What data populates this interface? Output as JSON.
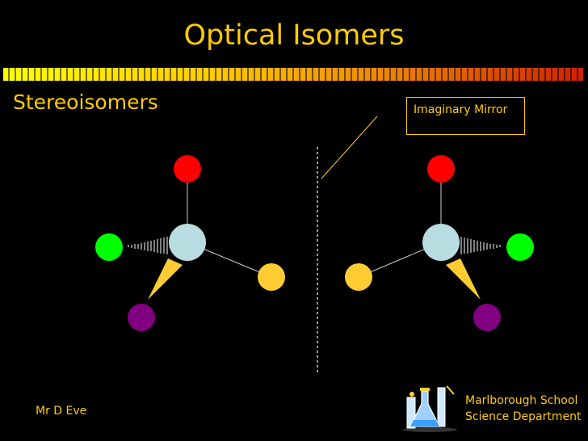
{
  "slide": {
    "title": "Optical Isomers",
    "subtitle": "Stereoisomers",
    "callout": "Imaginary Mirror",
    "author": "Mr D Eve",
    "school_line1": "Marlborough School",
    "school_line2": "Science Department"
  },
  "colors": {
    "text": "#ffcc00",
    "center_atom": "#b8dce0",
    "red_atom": "#ff0000",
    "green_atom": "#00ff00",
    "yellow_atom": "#ffcc33",
    "purple_atom": "#800080",
    "bond": "#cccccc",
    "wedge": "#ffcc33"
  },
  "icons": {
    "flask": "chemistry-flask-clipart-icon"
  }
}
